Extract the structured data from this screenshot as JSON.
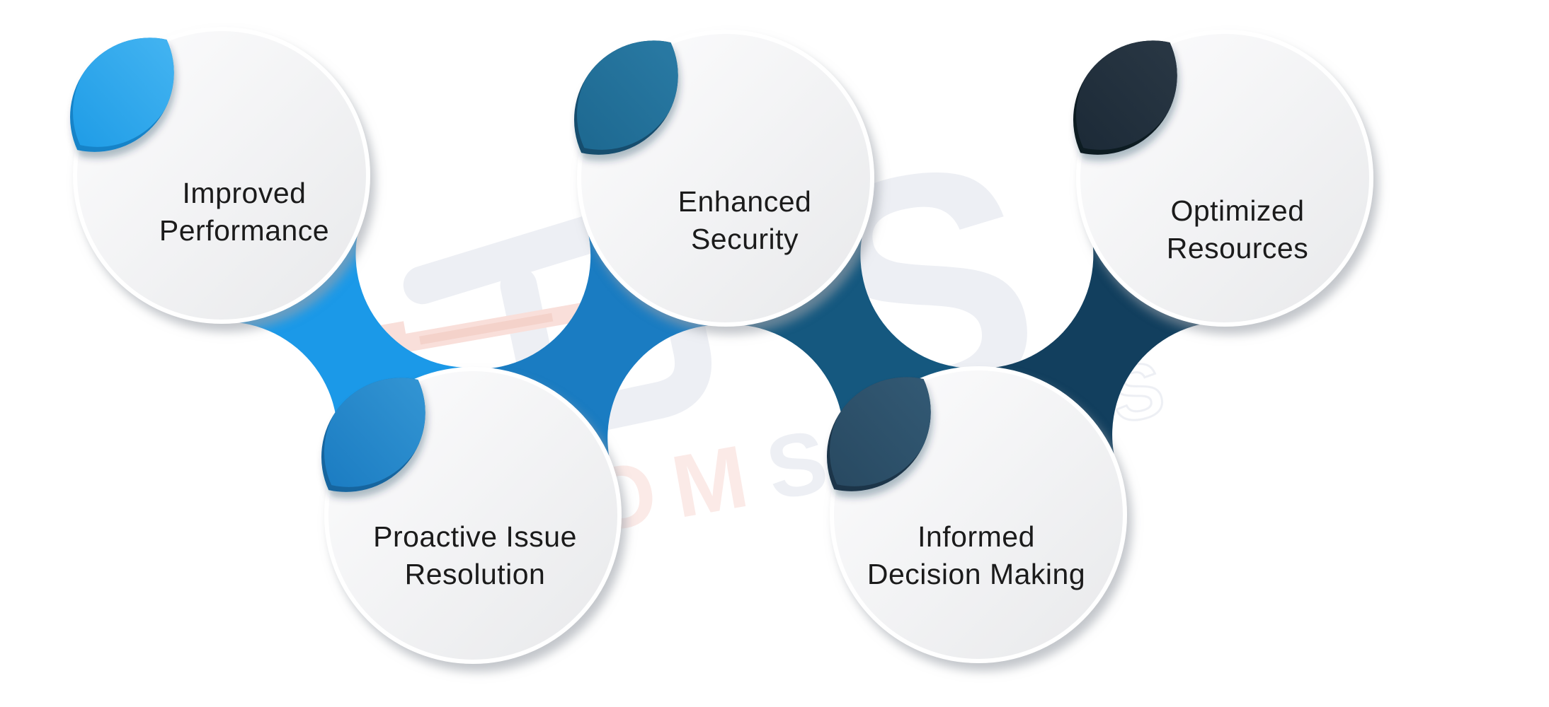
{
  "diagram": {
    "type": "process-circles-infographic",
    "background": "#ffffff",
    "text_color": "#1b1b1b",
    "circle_fill_light": "#fdfdfe",
    "circle_fill_dark": "#e8e9eb",
    "circle_stroke": "#ffffff",
    "nodes": [
      {
        "id": "improved-performance",
        "label_lines": [
          "Improved",
          "Performance"
        ],
        "leaf": {
          "light": "#45b5f2",
          "base": "#1f9ce6",
          "rim": "#1583c8"
        }
      },
      {
        "id": "proactive-issue-resolution",
        "label_lines": [
          "Proactive Issue",
          "Resolution"
        ],
        "leaf": {
          "light": "#3496d4",
          "base": "#1b7cc2",
          "rim": "#12659f"
        }
      },
      {
        "id": "enhanced-security",
        "label_lines": [
          "Enhanced",
          "Security"
        ],
        "leaf": {
          "light": "#2a7ba5",
          "base": "#1d6890",
          "rim": "#154e6e"
        }
      },
      {
        "id": "informed-decision-making",
        "label_lines": [
          "Informed",
          "Decision Making"
        ],
        "leaf": {
          "light": "#335a75",
          "base": "#284961",
          "rim": "#1a3549"
        }
      },
      {
        "id": "optimized-resources",
        "label_lines": [
          "Optimized",
          "Resources"
        ],
        "leaf": {
          "light": "#2a3845",
          "base": "#1c2a37",
          "rim": "#101a23"
        }
      }
    ],
    "connectors": [
      {
        "from": "improved-performance",
        "to": "proactive-issue-resolution",
        "color": "#1b99e8"
      },
      {
        "from": "proactive-issue-resolution",
        "to": "enhanced-security",
        "color": "#1a7cc2"
      },
      {
        "from": "enhanced-security",
        "to": "informed-decision-making",
        "color": "#15587f"
      },
      {
        "from": "informed-decision-making",
        "to": "optimized-resources",
        "color": "#123f5e"
      }
    ],
    "watermark": {
      "pink_letters": "HOM",
      "gray_letter": "S",
      "big_letter": "S",
      "outline_letters": "NS",
      "gray": "#edeff4",
      "pink_text": "#fbe9e6",
      "arrow_pink": "#f9ded8",
      "arrow_red": "#f0c4bc"
    }
  }
}
